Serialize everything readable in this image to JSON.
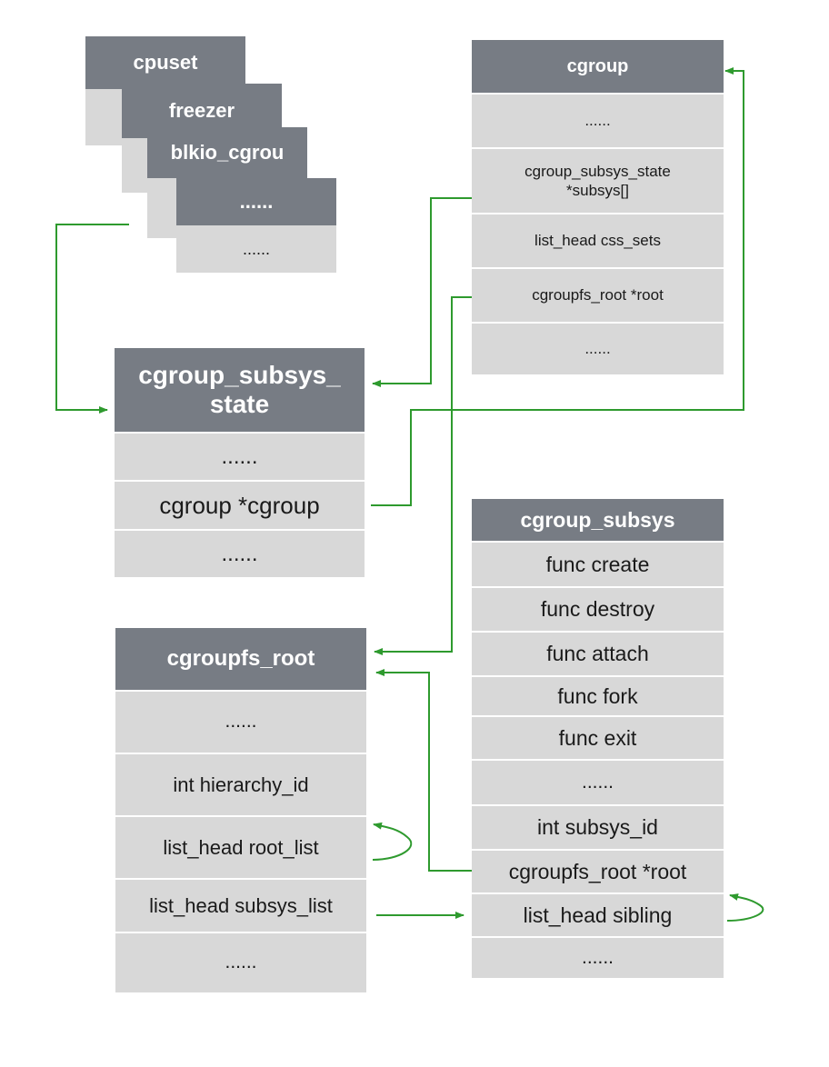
{
  "subsystems": {
    "tabs": [
      "cpuset",
      "freezer",
      "blkio_cgrou",
      "......"
    ],
    "front_row": "......"
  },
  "cgroup": {
    "title": "cgroup",
    "rows": [
      "......",
      "cgroup_subsys_state\n*subsys[]",
      "list_head css_sets",
      "cgroupfs_root *root",
      "......"
    ]
  },
  "css": {
    "title": "cgroup_subsys_\nstate",
    "rows": [
      "......",
      "cgroup *cgroup",
      "......"
    ]
  },
  "cgroup_subsys": {
    "title": "cgroup_subsys",
    "rows": [
      "func create",
      "func destroy",
      "func attach",
      "func fork",
      "func exit",
      "......",
      "int subsys_id",
      "cgroupfs_root *root",
      "list_head sibling",
      "......"
    ]
  },
  "cgroupfs_root": {
    "title": "cgroupfs_root",
    "rows": [
      "......",
      "int hierarchy_id",
      "list_head root_list",
      "list_head subsys_list",
      "......"
    ]
  },
  "colors": {
    "header": "#777c84",
    "cell": "#d8d8d8",
    "arrow": "#2e9a2e"
  }
}
